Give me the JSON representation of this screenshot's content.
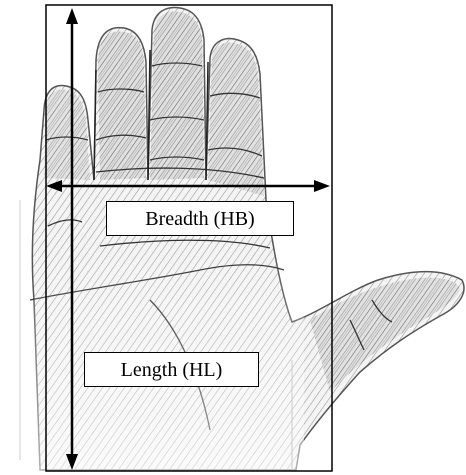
{
  "figure": {
    "subject": "hand",
    "colors": {
      "ink": "#000000",
      "sketch_shadow": "#555555",
      "sketch_light": "#d9d9d9",
      "background": "#ffffff"
    }
  },
  "labels": {
    "breadth": "Breadth (HB)",
    "length": "Length (HL)"
  }
}
